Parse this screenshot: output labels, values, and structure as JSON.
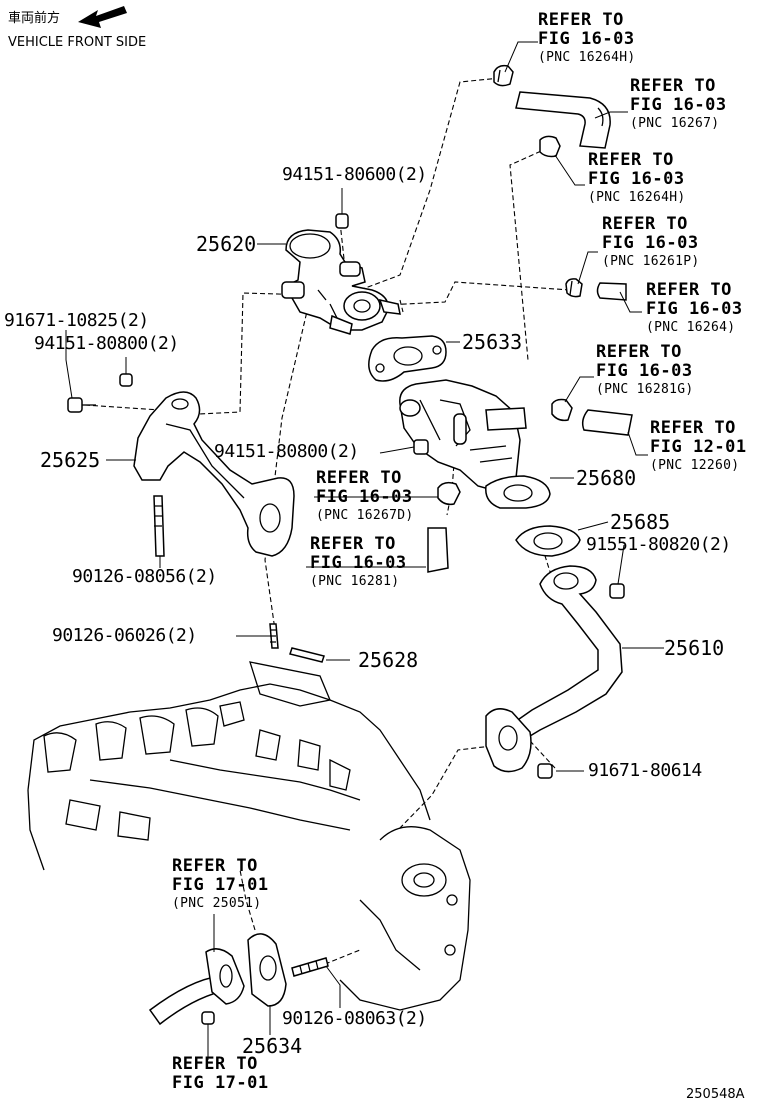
{
  "header": {
    "front_label_jp": "車両前方",
    "front_label_en": "VEHICLE FRONT SIDE"
  },
  "diagram_code": "250548A",
  "parts": {
    "p25620": "25620",
    "p25633": "25633",
    "p25625": "25625",
    "p25680": "25680",
    "p25685": "25685",
    "p25610": "25610",
    "p25628": "25628",
    "p25634": "25634",
    "p94151_80600": "94151-80600(2)",
    "p91671_10825": "91671-10825(2)",
    "p94151_80800_a": "94151-80800(2)",
    "p94151_80800_b": "94151-80800(2)",
    "p90126_08056": "90126-08056(2)",
    "p91551_80820": "91551-80820(2)",
    "p90126_06026": "90126-06026(2)",
    "p91671_80614": "91671-80614",
    "p90126_08063": "90126-08063(2)"
  },
  "refs": [
    {
      "id": "r1",
      "l1": "REFER TO",
      "l2": "FIG 16-03",
      "l3": "(PNC 16264H)"
    },
    {
      "id": "r2",
      "l1": "REFER TO",
      "l2": "FIG 16-03",
      "l3": "(PNC 16267)"
    },
    {
      "id": "r3",
      "l1": "REFER TO",
      "l2": "FIG 16-03",
      "l3": "(PNC 16264H)"
    },
    {
      "id": "r4",
      "l1": "REFER TO",
      "l2": "FIG 16-03",
      "l3": "(PNC 16261P)"
    },
    {
      "id": "r5",
      "l1": "REFER TO",
      "l2": "FIG 16-03",
      "l3": "(PNC 16264)"
    },
    {
      "id": "r6",
      "l1": "REFER TO",
      "l2": "FIG 16-03",
      "l3": "(PNC 16281G)"
    },
    {
      "id": "r7",
      "l1": "REFER TO",
      "l2": "FIG 12-01",
      "l3": "(PNC 12260)"
    },
    {
      "id": "r8",
      "l1": "REFER TO",
      "l2": "FIG 16-03",
      "l3": "(PNC 16267D)"
    },
    {
      "id": "r9",
      "l1": "REFER TO",
      "l2": "FIG 16-03",
      "l3": "(PNC 16281)"
    },
    {
      "id": "r10",
      "l1": "REFER TO",
      "l2": "FIG 17-01",
      "l3": "(PNC 25051)"
    },
    {
      "id": "r11",
      "l1": "REFER TO",
      "l2": "FIG 17-01",
      "l3": ""
    }
  ]
}
